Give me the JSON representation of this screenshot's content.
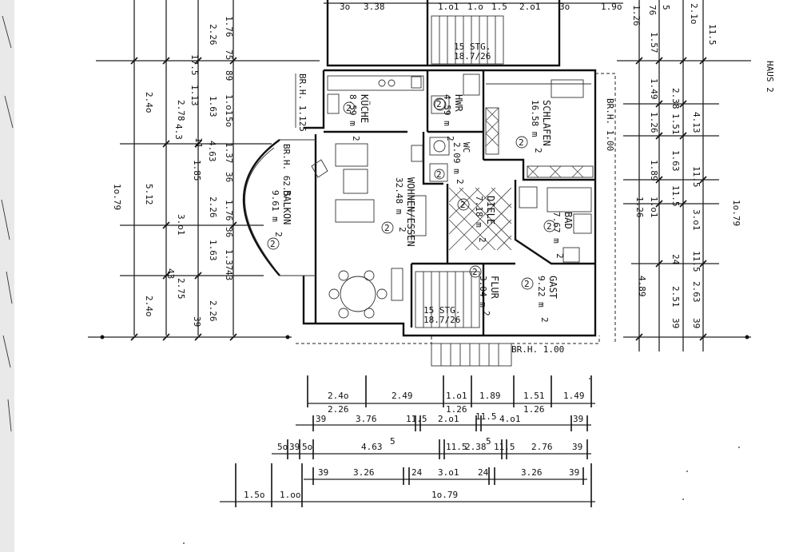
{
  "title": "HAUS 2",
  "rooms": [
    {
      "id": "kueche",
      "name": "KÜCHE",
      "area": "8.59 m",
      "exp": "2",
      "no": "2"
    },
    {
      "id": "hwr",
      "name": "HWR",
      "area": "4.59 m",
      "exp": "2",
      "no": "2"
    },
    {
      "id": "schlafen",
      "name": "SCHLAFEN",
      "area": "16.58 m",
      "exp": "2",
      "no": "2"
    },
    {
      "id": "wc",
      "name": "WC",
      "area": "2.09 m",
      "exp": "2",
      "no": "2"
    },
    {
      "id": "diele",
      "name": "DIELE",
      "area": "7.18 m",
      "exp": "2",
      "no": "2"
    },
    {
      "id": "bad",
      "name": "BAD",
      "area": "7.67 m",
      "exp": "2",
      "no": "2"
    },
    {
      "id": "wohnen",
      "name": "WOHNEN/ESSEN",
      "area": "32.48 m",
      "exp": "2",
      "no": "2"
    },
    {
      "id": "balkon",
      "name": "BALKON",
      "area": "9.61 m",
      "exp": "2",
      "no": "2"
    },
    {
      "id": "flur",
      "name": "FLUR",
      "area": "3.04 m",
      "exp": "2",
      "no": "2"
    },
    {
      "id": "gast",
      "name": "GAST",
      "area": "9.22 m",
      "exp": "2",
      "no": "2"
    }
  ],
  "notes": {
    "brh_kueche": "BR.H. 1.125",
    "brh_schlafen": "BR.H. 1.00",
    "brh_balkon": "BR.H. 62.5",
    "brh_bottom": "BR.H. 1.00",
    "stair_top": "15 STG.",
    "stair_top_ratio": "18.7/26",
    "stair_bottom": "15 STG.",
    "stair_bottom_ratio": "18.7/26"
  },
  "top_strip": [
    "3o",
    "3.38",
    "1.o1",
    "1.o",
    "1.5",
    "2.o1",
    "3o",
    "1.9o",
    "1.26",
    "76",
    "5"
  ],
  "left_dims_a": [
    "2.26",
    "2.4o",
    "1o.79",
    "5.12",
    "3.o1",
    "2.4o"
  ],
  "left_dims_b": [
    "1.76",
    "75",
    "89",
    "1.o1",
    "5o",
    "1.37",
    "36",
    "1.76",
    "36",
    "1.37",
    "43",
    "2.75"
  ],
  "left_dims_c": [
    "17.5",
    "1.13",
    "2.78",
    "4.3",
    "1.85",
    "2.26",
    "1.63",
    "43",
    "2.26",
    "39",
    "11",
    "4.63",
    "1.63"
  ],
  "right_dims_a": [
    "1.57",
    "11.5",
    "2.38",
    "1.26",
    "1.89",
    "1.51",
    "1.63",
    "1.o1",
    "11.5",
    "1.26",
    "2.51",
    "24",
    "39",
    "4.89"
  ],
  "right_dims_b": [
    "2.1o",
    "1.49",
    "4.13",
    "11.5",
    "3.o1",
    "11.5",
    "2.63",
    "39"
  ],
  "right_dims_c": [
    "1o.79"
  ],
  "bottom_rows": [
    {
      "a": "2.4o",
      "b": "2.49",
      "c": "1.o1",
      "d": "1.89",
      "e": "1.51",
      "f": "1.49"
    },
    {
      "a": "2.26",
      "b": "1.26",
      "c": "1.26"
    },
    {
      "a": "39",
      "b": "3.76",
      "c": "11.5",
      "d": "2.o1",
      "e": "11.5",
      "f": "4.o1",
      "g": "39"
    },
    {
      "a": "5o",
      "b": "39",
      "c": "5o",
      "d": "4.63",
      "e": "5",
      "f": "11.5",
      "g": "2.38",
      "h": "5",
      "i": "11.5",
      "j": "2.76",
      "k": "39"
    },
    {
      "a": "39",
      "b": "3.26",
      "c": "24",
      "d": "3.o1",
      "e": "24",
      "f": "3.26",
      "g": "39"
    },
    {
      "a": "1.5o",
      "b": "1.oo",
      "c": "1o.79"
    }
  ]
}
